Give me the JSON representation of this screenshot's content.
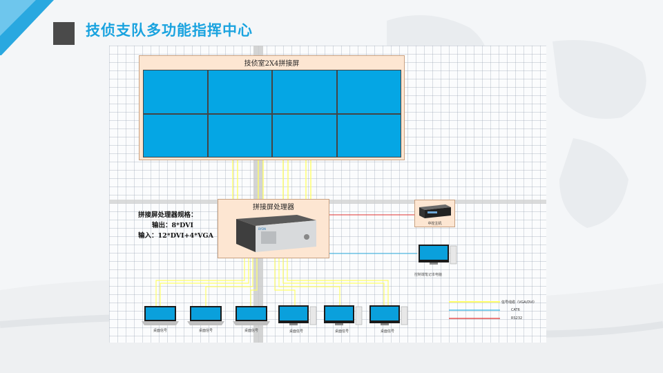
{
  "page": {
    "title": "技侦支队多功能指挥中心"
  },
  "video_wall": {
    "title": "技侦室2X4拼接屏",
    "rows": 2,
    "cols": 4,
    "panel_color": "#05a6e4"
  },
  "processor": {
    "title": "拼接屏处理器",
    "spec_heading": "拼接屏处理器规格：",
    "output": "输出：8*DVI",
    "input": "输入：12*DVI+4*VGA"
  },
  "server": {
    "label": "中控主机"
  },
  "control_monitor": {
    "label": "控制端笔记本电脑"
  },
  "sources": [
    {
      "type": "laptop",
      "label": "桌面信号"
    },
    {
      "type": "laptop",
      "label": "桌面信号"
    },
    {
      "type": "laptop",
      "label": "桌面信号"
    },
    {
      "type": "desktop",
      "label": "桌面信号"
    },
    {
      "type": "desktop",
      "label": "桌面信号"
    },
    {
      "type": "desktop",
      "label": "桌面信号"
    }
  ],
  "legend": [
    {
      "label": "信号线缆（VGA/DVI）",
      "color": "#ffff66"
    },
    {
      "label": "CAT6",
      "color": "#33b5e5"
    },
    {
      "label": "RS232",
      "color": "#e03030"
    }
  ],
  "colors": {
    "accent": "#1aa3df",
    "signal": "#ffff66",
    "cat6": "#33b5e5",
    "rs232": "#e03030"
  }
}
